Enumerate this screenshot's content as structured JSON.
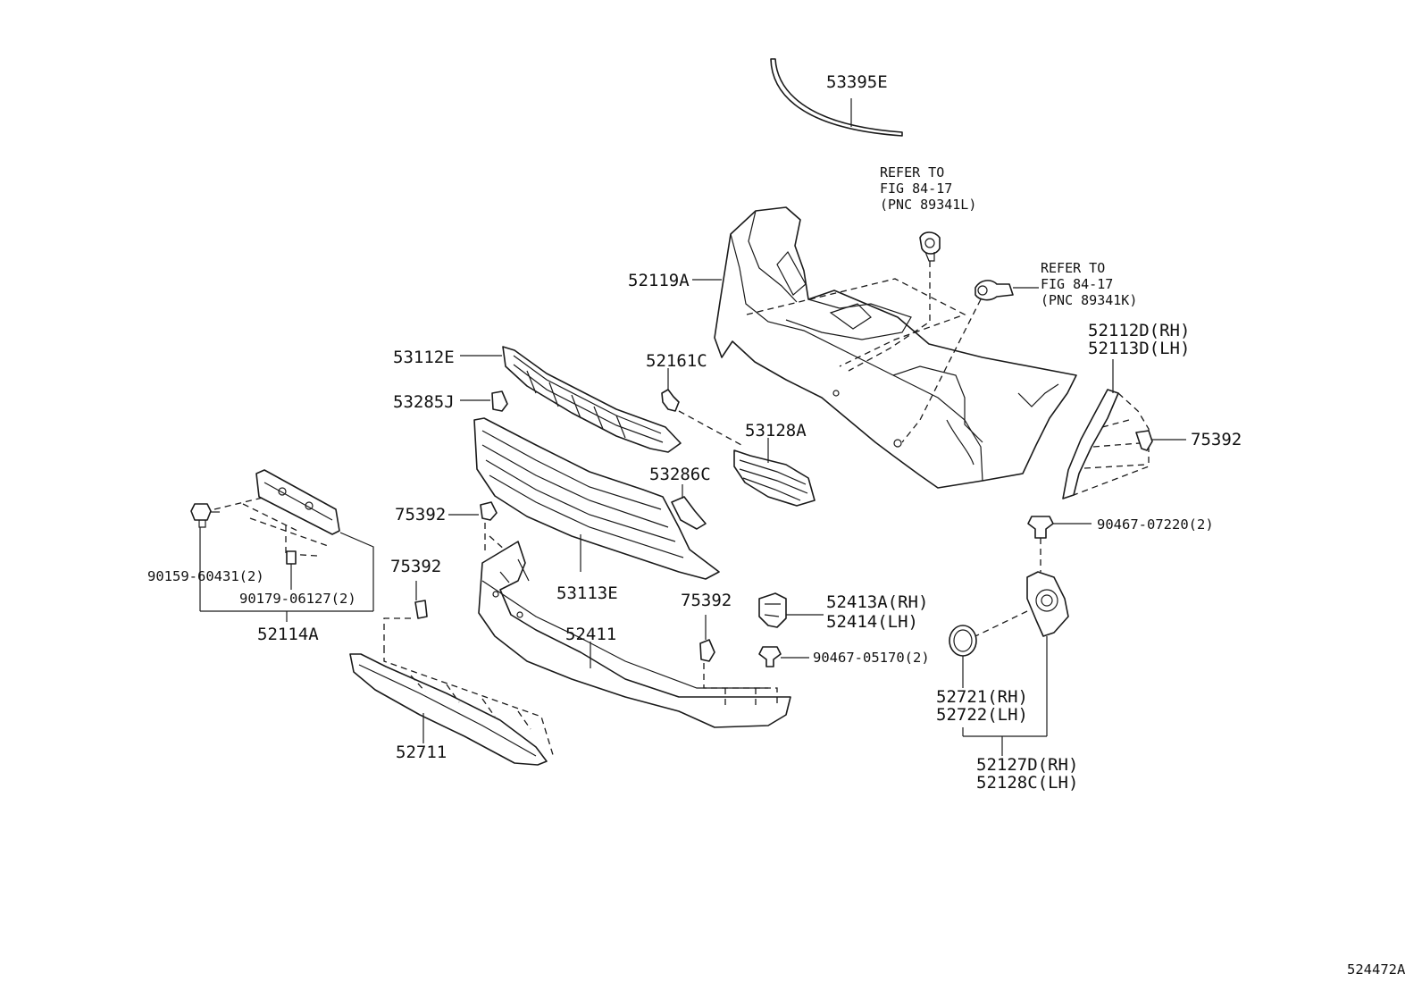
{
  "labels": {
    "p53395E": "53395E",
    "p52119A": "52119A",
    "refer1": {
      "line1": "REFER TO",
      "line2": "FIG 84-17",
      "line3": "(PNC 89341L)"
    },
    "refer2": {
      "line1": "REFER TO",
      "line2": "FIG 84-17",
      "line3": "(PNC 89341K)"
    },
    "p52112D": "52112D(RH)",
    "p52113D": "52113D(LH)",
    "p75392_right": "75392",
    "p90467_07220": "90467-07220(2)",
    "p53112E": "53112E",
    "p52161C": "52161C",
    "p53285J": "53285J",
    "p53128A": "53128A",
    "p53286C": "53286C",
    "p75392_a": "75392",
    "p75392_b": "75392",
    "p75392_c": "75392",
    "p90159_60431": "90159-60431(2)",
    "p90179_06127": "90179-06127(2)",
    "p52114A": "52114A",
    "p53113E": "53113E",
    "p52411": "52411",
    "p52413A": "52413A(RH)",
    "p52414": "52414(LH)",
    "p90467_05170": "90467-05170(2)",
    "p52721": "52721(RH)",
    "p52722": "52722(LH)",
    "p52127D": "52127D(RH)",
    "p52128C": "52128C(LH)",
    "p52711": "52711",
    "figure_id": "524472A"
  }
}
